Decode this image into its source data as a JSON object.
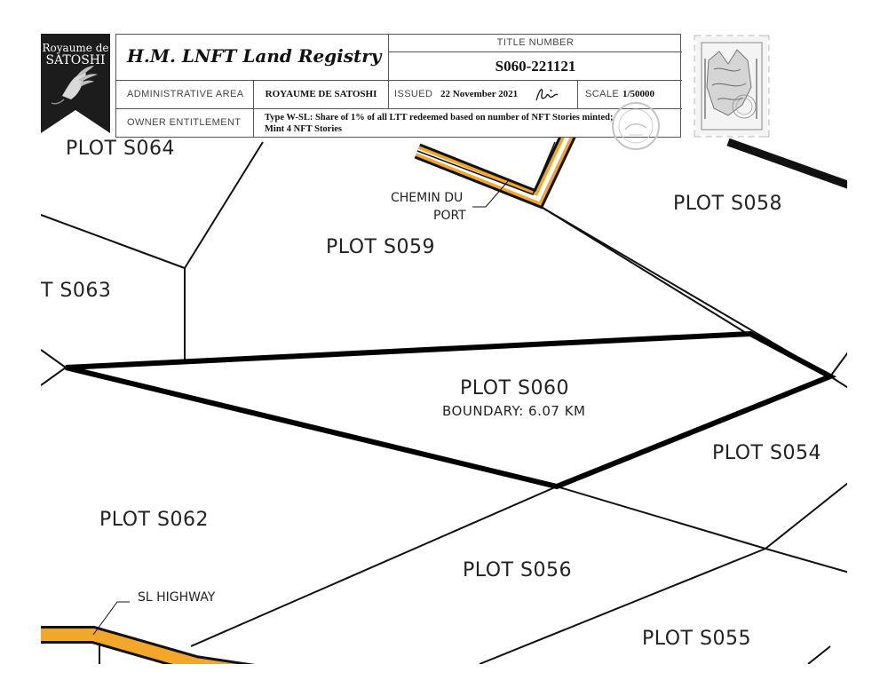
{
  "header": {
    "registry_title": "H.M. LNFT Land Registry",
    "title_number_label": "TITLE NUMBER",
    "title_number": "S060-221121",
    "admin_area_label": "ADMINISTRATIVE AREA",
    "admin_area": "ROYAUME DE SATOSHI",
    "issued_label": "ISSUED",
    "issued_date": "22 November 2021",
    "scale_label": "SCALE",
    "scale": "1/50000",
    "owner_label": "OWNER ENTITLEMENT",
    "owner_line1": "Type W-SL: Share of 1% of all LTT redeemed based on number of NFT Stories minted;",
    "owner_line2": "Mint 4 NFT Stories"
  },
  "banner": {
    "name_line1": "Royaume de",
    "name_line2": "SATOSHI",
    "icon": "winged-shoe-icon",
    "color": "#1c1c1c"
  },
  "stamp": {
    "icon": "postage-stamp-icon"
  },
  "map": {
    "road_color": "#f2a62a",
    "plots": {
      "s064": "PLOT S064",
      "s063": "T S063",
      "s059": "PLOT S059",
      "s058": "PLOT S058",
      "s060": "PLOT S060",
      "s060_boundary": "BOUNDARY: 6.07 KM",
      "s054": "PLOT S054",
      "s062": "PLOT S062",
      "s056": "PLOT S056",
      "s055": "PLOT S055"
    },
    "roads": {
      "port_line1": "CHEMIN DU",
      "port_line2": "PORT",
      "highway": "SL HIGHWAY"
    }
  }
}
